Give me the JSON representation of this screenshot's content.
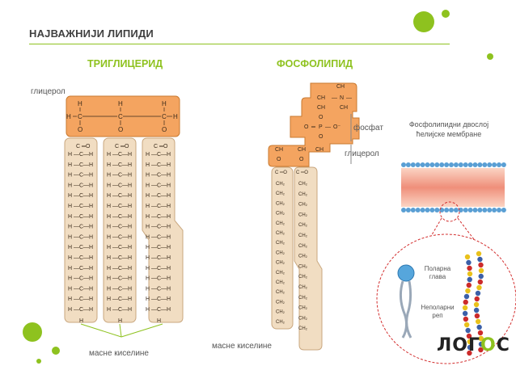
{
  "header": {
    "title": "НАЈВАЖНИЈИ ЛИПИДИ"
  },
  "headings": {
    "triglyceride": "ТРИГЛИЦЕРИД",
    "phospholipid": "ФОСФОЛИПИД"
  },
  "labels": {
    "glycerol_left": "глицерол",
    "fatty_acids_left": "масне киселине",
    "phosphate": "фосфат",
    "glycerol_right": "глицерол",
    "fatty_acids_right": "масне киселине",
    "membrane_caption": "Фосфолипидни двослој ћелијске мембране",
    "polar_head": "Поларна глава",
    "nonpolar_tail": "Неполарни реп"
  },
  "logo": {
    "text_1": "ЛОГ",
    "text_2": "О",
    "text_3": "С"
  },
  "colors": {
    "accent_green": "#8ec21f",
    "glycerol_orange": "#f4a460",
    "chain_tan": "#f1ddc2",
    "head_blue": "#56a6dc",
    "dashed_red": "#d32f2f"
  }
}
